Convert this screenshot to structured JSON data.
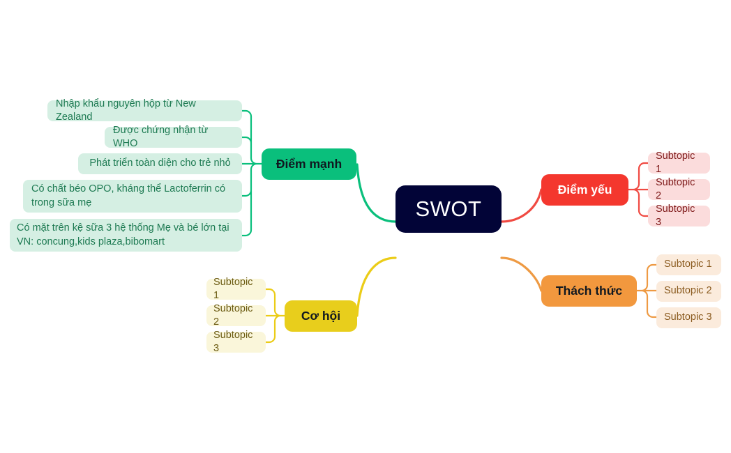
{
  "diagram": {
    "type": "mind-map",
    "title": "SWOT",
    "center": {
      "label": "SWOT",
      "fill": "#020437",
      "text_color": "#ffffff"
    },
    "branches": [
      {
        "id": "strengths",
        "label": "Điểm mạnh",
        "side": "left",
        "fill": "#0ABF7C",
        "text_color": "#101820",
        "connector_color": "#0ABF7C",
        "chip_fill": "#D5EFE3",
        "chip_text_color": "#1D7A52",
        "subtopics": [
          "Nhập khẩu nguyên hộp từ New Zealand",
          "Được chứng nhận từ WHO",
          "Phát triển toàn diện cho trẻ nhỏ",
          "Có chất béo OPO, kháng thể Lactoferrin có trong sữa mẹ",
          "Có mặt trên kệ sữa 3 hệ thống Mẹ và bé lớn tại VN: concung,kids plaza,bibomart"
        ]
      },
      {
        "id": "weaknesses",
        "label": "Điểm yếu",
        "side": "right",
        "fill": "#F4372E",
        "text_color": "#ffffff",
        "connector_color": "#F04A42",
        "chip_fill": "#FBDCDC",
        "chip_text_color": "#7E1A1A",
        "subtopics": [
          "Subtopic 1",
          "Subtopic 2",
          "Subtopic 3"
        ]
      },
      {
        "id": "opportunities",
        "label": "Cơ hội",
        "side": "left",
        "fill": "#E8CE1C",
        "text_color": "#101820",
        "connector_color": "#EBCC17",
        "chip_fill": "#FAF6DA",
        "chip_text_color": "#6B5B12",
        "subtopics": [
          "Subtopic 1",
          "Subtopic 2",
          "Subtopic 3"
        ]
      },
      {
        "id": "threats",
        "label": "Thách thức",
        "side": "right",
        "fill": "#F2983E",
        "text_color": "#101820",
        "connector_color": "#EE9A43",
        "chip_fill": "#FBEBDC",
        "chip_text_color": "#8A5A1E",
        "subtopics": [
          "Subtopic 1",
          "Subtopic 2",
          "Subtopic 3"
        ]
      }
    ]
  }
}
